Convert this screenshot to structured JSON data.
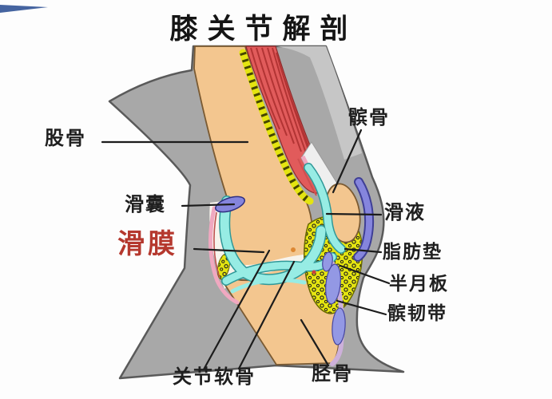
{
  "title": {
    "text": "膝关节解剖"
  },
  "diagram": {
    "labels": {
      "femur": "股骨",
      "bursa": "滑囊",
      "synovium": "滑膜",
      "patella": "髌骨",
      "synovial_fluid": "滑液",
      "fat_pad": "脂肪垫",
      "meniscus": "半月板",
      "patellar_ligament": "髌韧带",
      "articular_cartilage": "关节软骨",
      "tibia": "胫骨"
    },
    "label_colors": {
      "synovium": "#b5382e",
      "default": "#1f1f1f"
    },
    "colors": {
      "skin_gray": "#a8a8a8",
      "skin_gray_light": "#c6c6c6",
      "bone_tan": "#f3c68f",
      "bone_outline": "#7a5a32",
      "muscle_red": "#e15b5b",
      "muscle_stripe": "#b23434",
      "fat_yellow": "#e4e410",
      "synovial_cyan": "#97ece4",
      "synovial_teal_outline": "#2f9898",
      "purple": "#8585dd",
      "ligament_periwinkle": "#9398e4",
      "membrane_pink": "#f0a8c0",
      "lavender": "#cdb0da",
      "joint_space_cream": "#f7f3ec",
      "pointer_line": "#1c1c1c",
      "corner_blue": "#24498f"
    }
  }
}
